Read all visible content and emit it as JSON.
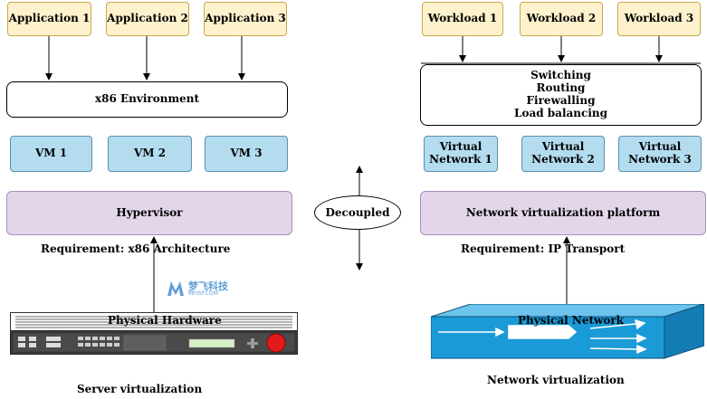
{
  "left": {
    "applications": [
      "Application  1",
      "Application  2",
      "Application  3"
    ],
    "environment": "x86 Environment",
    "vms": [
      "VM 1",
      "VM 2",
      "VM 3"
    ],
    "hypervisor": "Hypervisor",
    "requirement": "Requirement:  x86 Architecture",
    "hardware": "Physical Hardware",
    "caption": "Server virtualization"
  },
  "center": {
    "decoupled": "Decoupled"
  },
  "right": {
    "workloads": [
      "Workload 1",
      "Workload 2",
      "Workload 3"
    ],
    "services": [
      "Switching",
      "Routing",
      "Firewalling",
      "Load balancing"
    ],
    "networks": [
      "Virtual Network 1",
      "Virtual Network 2",
      "Virtual Network 3"
    ],
    "platform": "Network virtualization platform",
    "requirement": "Requirement: IP Transport",
    "physical": "Physical Network",
    "caption": "Network virtualization"
  },
  "watermark": {
    "text": "梦飞科技",
    "subtext": "MFISP.COM"
  },
  "colors": {
    "app_fill": "#fdf2cc",
    "vm_fill": "#b3dcef",
    "hypervisor_fill": "#e4d6ea",
    "network_blue": "#1a9ad6"
  }
}
